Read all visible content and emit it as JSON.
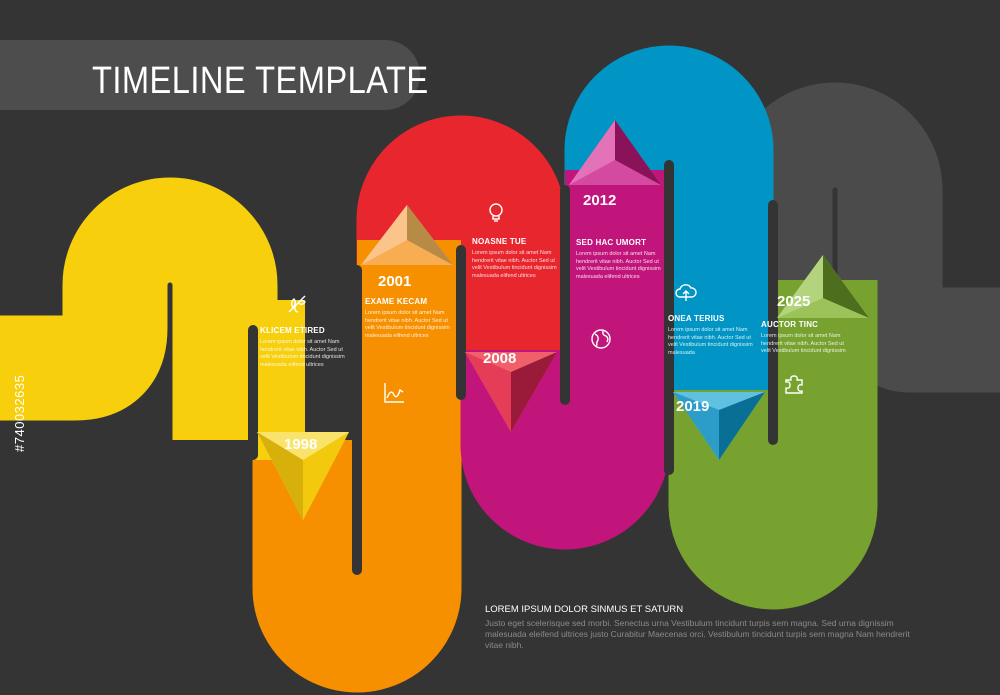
{
  "title": "TIMELINE TEMPLATE",
  "colors": {
    "background": "#343434",
    "title_band": "#4d4d4d",
    "yellow": "#f7cf0d",
    "orange": "#f79000",
    "red": "#e8262d",
    "magenta": "#c2157c",
    "blue": "#0095c4",
    "green": "#77a22f",
    "gray": "#4b4b4b"
  },
  "milestones": [
    {
      "year": "1998",
      "heading": "KLICEM ETIRED",
      "text": "Lorem ipsum dolor sit amet Nam hendrerit vitae nibh. Auctor Sed ut velit Vestibulum tincidunt dignissim malesuada elifend ultrices",
      "icon": "leaf-icon"
    },
    {
      "year": "2001",
      "heading": "EXAME KECAM",
      "text": "Lorem ipsum dolor sit amet Nam hendrerit vitae nibh. Auctor Sed ut velit Vestibulum tincidunt dignissim malesuada elifend ultrices",
      "icon": "chart-icon"
    },
    {
      "year": "2008",
      "heading": "NOASNE TUE",
      "text": "Lorem ipsum dolor sit amet Nam hendrerit vitae nibh. Auctor Sed ut velit Vestibulum tincidunt dignissim malesuada elifend ultrices",
      "icon": "lightbulb-icon"
    },
    {
      "year": "2012",
      "heading": "SED HAC UMORT",
      "text": "Lorem ipsum dolor sit amet Nam hendrerit vitae nibh. Auctor Sed ut velit Vestibulum tincidunt dignissim malesuada elifend ultrices",
      "icon": "globe-icon"
    },
    {
      "year": "2019",
      "heading": "ONEA TERIUS",
      "text": "Lorem ipsum dolor sit amet Nam hendrerit vitae nibh. Auctor Sed ut velit Vestibulum tincidunt dignissim malesuada",
      "icon": "cloud-icon"
    },
    {
      "year": "2025",
      "heading": "AUCTOR TINC",
      "text": "Lorem ipsum dolor sit amet Nam hendrerit vitae nibh. Auctor Sed ut velit Vestibulum tincidunt dignissim",
      "icon": "puzzle-icon"
    }
  ],
  "footer": {
    "heading": "LOREM IPSUM DOLOR SINMUS ET SATURN",
    "text": "Justo eget scelerisque sed morbi. Senectus urna Vestibulum tincidunt turpis sem magna. Sed urna dignissim malesuada eleifend ultrices justo Curabitur Maecenas orci. Vestibulum tincidunt turpis sem magna Nam hendrerit vitae nibh."
  },
  "stock_id": "#740032635"
}
